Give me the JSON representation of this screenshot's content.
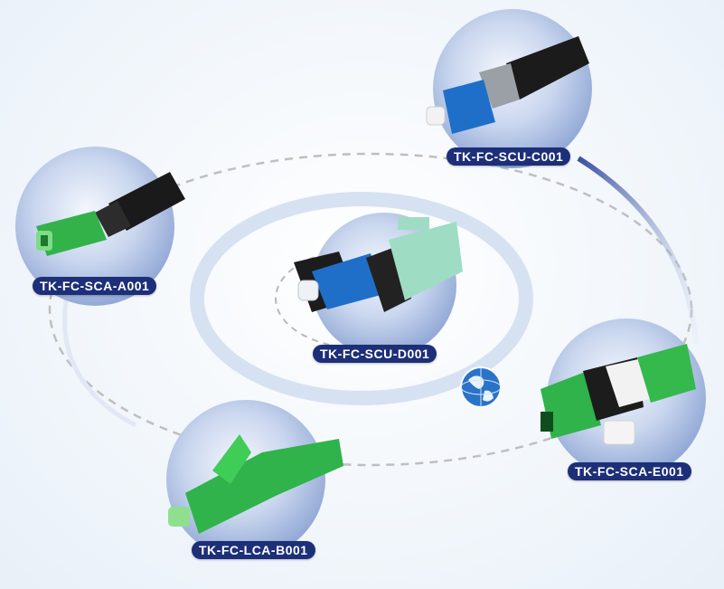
{
  "products": [
    {
      "id": "a",
      "name": "TK-FC-SCA-A001",
      "connector_color": "#2fb34a"
    },
    {
      "id": "c",
      "name": "TK-FC-SCU-C001",
      "connector_color": "#1f6fc8"
    },
    {
      "id": "d",
      "name": "TK-FC-SCU-D001",
      "connector_color": "#1f6fc8"
    },
    {
      "id": "e",
      "name": "TK-FC-SCA-E001",
      "connector_color": "#2fb34a"
    },
    {
      "id": "b",
      "name": "TK-FC-LCA-B001",
      "connector_color": "#2fb34a"
    }
  ],
  "icons": {
    "center": "globe-icon"
  },
  "colors": {
    "label_bg": "#1d2f78",
    "bubble": "#9db3dc",
    "ring": "#cfdcef"
  }
}
